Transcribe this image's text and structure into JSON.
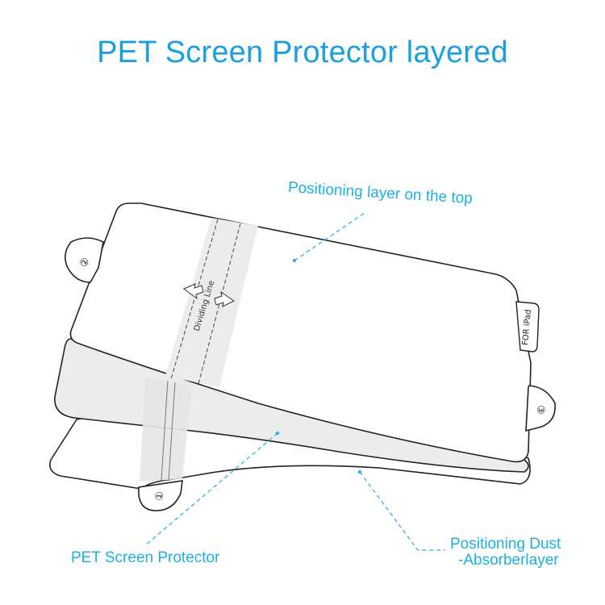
{
  "title": "PET Screen Protector layered",
  "labels": {
    "top_layer": "Positioning layer on the top",
    "pet": "PET Screen Protector",
    "dust_line1": "Positioning Dust",
    "dust_line2": "-Absorberlayer"
  },
  "sheet": {
    "dividing_line": "Dividing Line",
    "brand_tab": "FOR iPad",
    "tab_numbers": [
      "①",
      "②",
      "③"
    ]
  },
  "colors": {
    "accent": "#1ab0e8",
    "title": "#1a9fe0",
    "outline": "#222222",
    "film_fill": "#e8e8e8",
    "strip_fill": "#ececec"
  }
}
